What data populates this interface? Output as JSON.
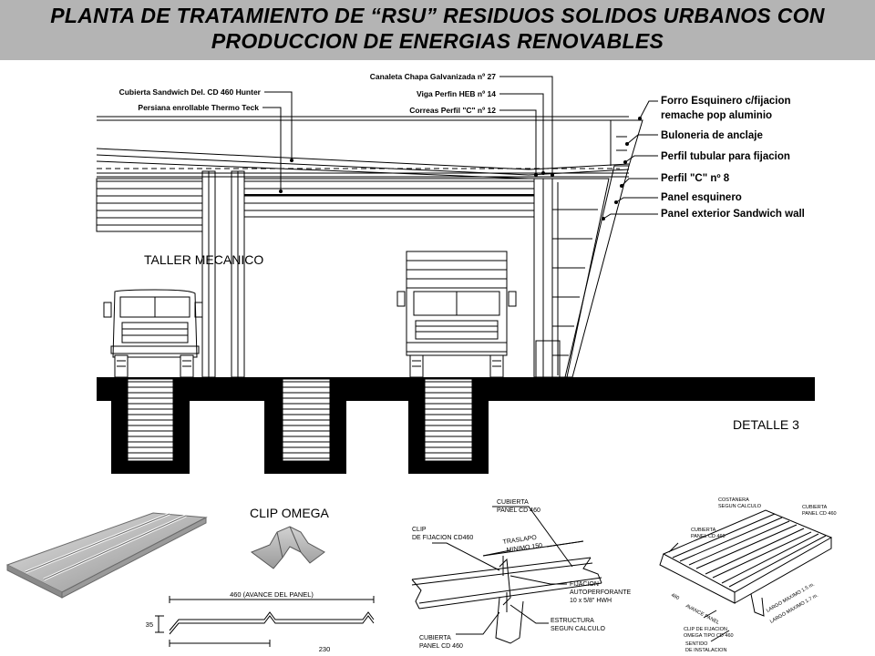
{
  "title": {
    "line1": "PLANTA DE TRATAMIENTO DE “RSU” RESIDUOS SOLIDOS URBANOS CON",
    "line2": "PRODUCCION DE ENERGIAS RENOVABLES"
  },
  "section": {
    "labels_left": {
      "cubierta": "Cubierta Sandwich Del. CD 460 Hunter",
      "persiana": "Persiana enrollable Thermo Teck"
    },
    "labels_mid": {
      "canaleta": "Canaleta Chapa Galvanizada nº 27",
      "viga": "Viga Perfin HEB nº 14",
      "correas": "Correas Perfil \"C\" nº 12"
    },
    "labels_right": {
      "forro_1": "Forro Esquinero c/fijacion",
      "forro_2": "remache pop aluminio",
      "buloneria": "Buloneria de anclaje",
      "perfil_tubular": "Perfil tubular para fijacion",
      "perfil_c": "Perfil \"C\" nº 8",
      "panel_esquinero": "Panel esquinero",
      "panel_exterior": "Panel exterior Sandwich wall"
    },
    "workshop_label": "TALLER MECANICO",
    "detail_label": "DETALLE 3"
  },
  "details": {
    "clip_omega": "CLIP OMEGA",
    "profile_width": "460 (AVANCE DEL PANEL)",
    "profile_height": "35",
    "profile_pitch": "230",
    "joint": {
      "cubierta_top_1": "CUBIERTA",
      "cubierta_top_2": "PANEL CD 460",
      "clip_1": "CLIP",
      "clip_2": "DE FIJACION CD460",
      "traslapo_1": "TRASLAPO",
      "traslapo_2": "MINIMO 150",
      "fijacion_1": "FIJACION",
      "fijacion_2": "AUTOPERFORANTE",
      "fijacion_3": "10 x 5/8\" HWH",
      "estructura_1": "ESTRUCTURA",
      "estructura_2": "SEGUN CALCULO",
      "cubierta_bot_1": "CUBIERTA",
      "cubierta_bot_2": "PANEL CD 460"
    },
    "iso": {
      "costanera_1": "COSTANERA",
      "costanera_2": "SEGUN CALCULO",
      "cubierta_r_1": "CUBIERTA",
      "cubierta_r_2": "PANEL CD 460",
      "cubierta_l_1": "CUBIERTA",
      "cubierta_l_2": "PANEL CD 460",
      "dim_460": "460",
      "avance": "AVANCE PANEL",
      "largo_1": "LARGO MAXIMO 1.5 m.",
      "largo_2": "LARGO MAXIMO 1.7 m.",
      "clip_1": "CLIP DE FIJACION",
      "clip_2": "OMEGA TIPO CD 460",
      "sentido_1": "SENTIDO",
      "sentido_2": "DE INSTALACION"
    }
  }
}
